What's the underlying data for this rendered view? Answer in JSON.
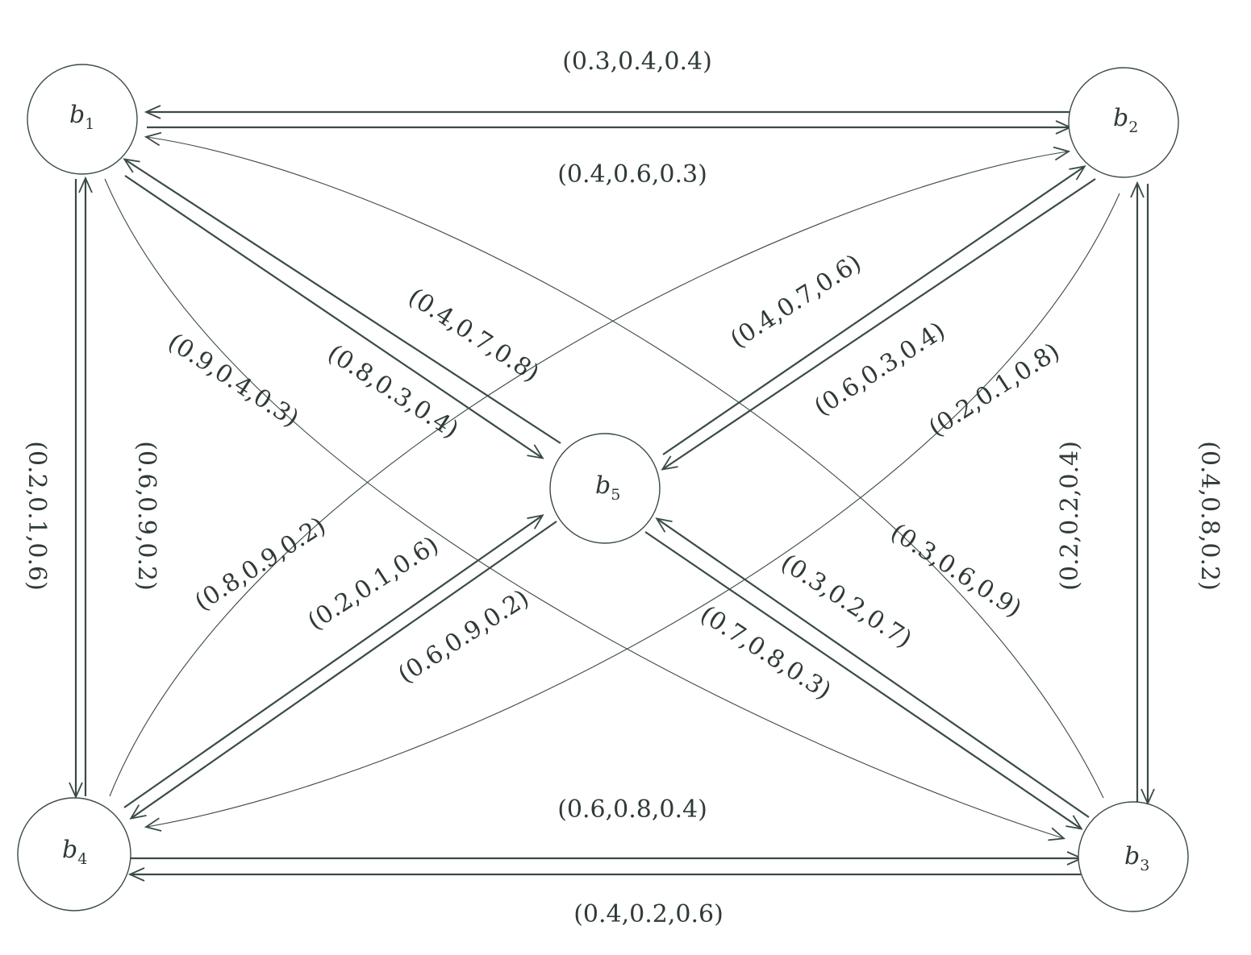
{
  "nodes": {
    "b1": {
      "name": "b",
      "sub": "1"
    },
    "b2": {
      "name": "b",
      "sub": "2"
    },
    "b3": {
      "name": "b",
      "sub": "3"
    },
    "b4": {
      "name": "b",
      "sub": "4"
    },
    "b5": {
      "name": "b",
      "sub": "5"
    }
  },
  "edges": {
    "b2_b1": "(0.3,0.4,0.4)",
    "b1_b2": "(0.4,0.6,0.3)",
    "b4_b3": "(0.6,0.8,0.4)",
    "b3_b4": "(0.4,0.2,0.6)",
    "b1_b4": "(0.2,0.1,0.6)",
    "b4_b1": "(0.6,0.9,0.2)",
    "b2_b3": "(0.4,0.8,0.2)",
    "b3_b2": "(0.2,0.2,0.4)",
    "b5_b1": "(0.4,0.7,0.8)",
    "b1_b5": "(0.8,0.3,0.4)",
    "b4_b2": "(0.4,0.7,0.6)",
    "b2_b5": "(0.6,0.3,0.4)",
    "b2_b4": "(0.2,0.1,0.8)",
    "b1_b3": "(0.9,0.4,0.3)",
    "b3_b1": "(0.3,0.6,0.9)",
    "b3_b5": "(0.3,0.2,0.7)",
    "b5_b3": "(0.7,0.8,0.3)",
    "b4_b5": "(0.2,0.1,0.6)",
    "b5_b4": "(0.6,0.9,0.2)",
    "b4_b2_curve": "(0.8,0.9,0.2)"
  },
  "colors": {
    "line": "#3a4a48",
    "text": "#2f3a39"
  }
}
